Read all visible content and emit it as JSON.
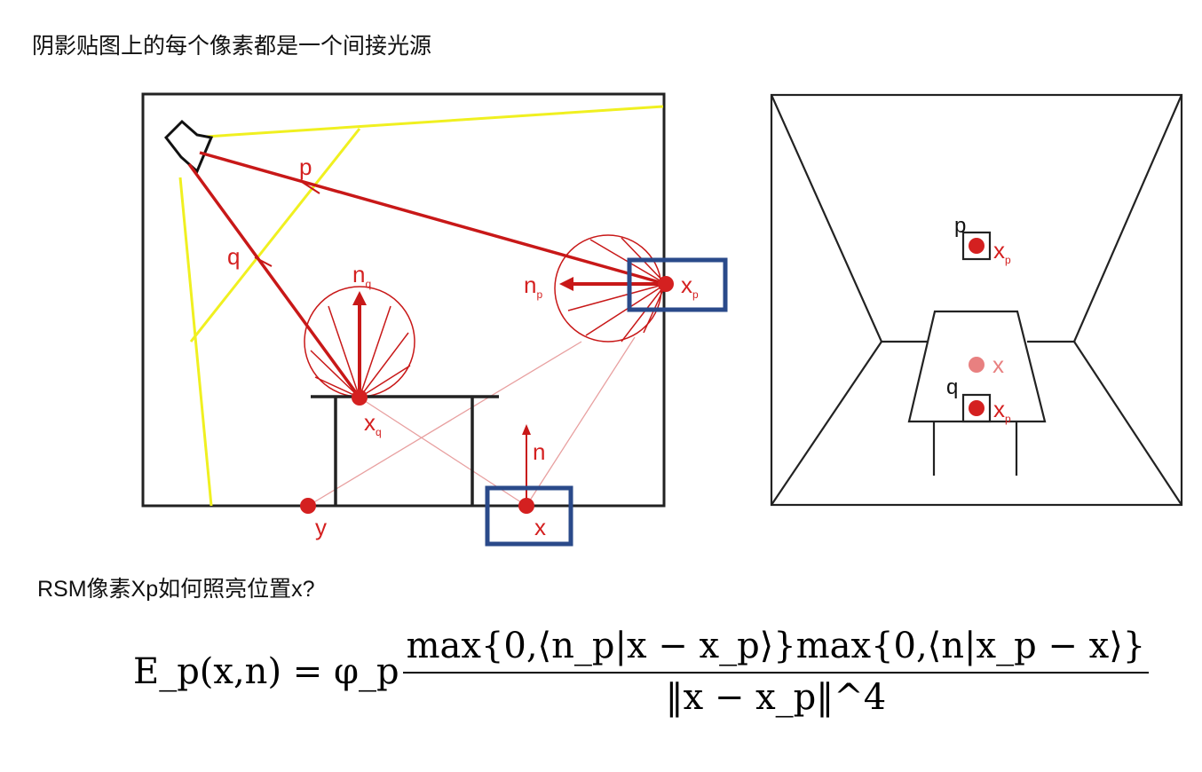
{
  "title": "阴影贴图上的每个像素都是一个间接光源",
  "question": "RSM像素Xp如何照亮位置x?",
  "left_diagram": {
    "p": "p",
    "q": "q",
    "n_q": "n",
    "n_q_sub": "q",
    "n_p": "n",
    "n_p_sub": "p",
    "x_p": "x",
    "x_p_sub": "p",
    "x_q": "x",
    "x_q_sub": "q",
    "n": "n",
    "y": "y",
    "x": "x"
  },
  "right_diagram": {
    "p": "p",
    "q": "q",
    "x_p_top": "x",
    "x_p_top_sub": "p",
    "x": "x",
    "x_p_bottom": "x",
    "x_p_bottom_sub": "p"
  },
  "formula": {
    "lhs": "E_p(x,n) = φ_p",
    "numerator": "max{0,⟨n_p|x − x_p⟩}max{0,⟨n|x_p − x⟩}",
    "denominator": "‖x − x_p‖^4"
  },
  "colors": {
    "red": "#d42020",
    "yellow": "#f0f020",
    "blue": "#2a4a8a"
  }
}
